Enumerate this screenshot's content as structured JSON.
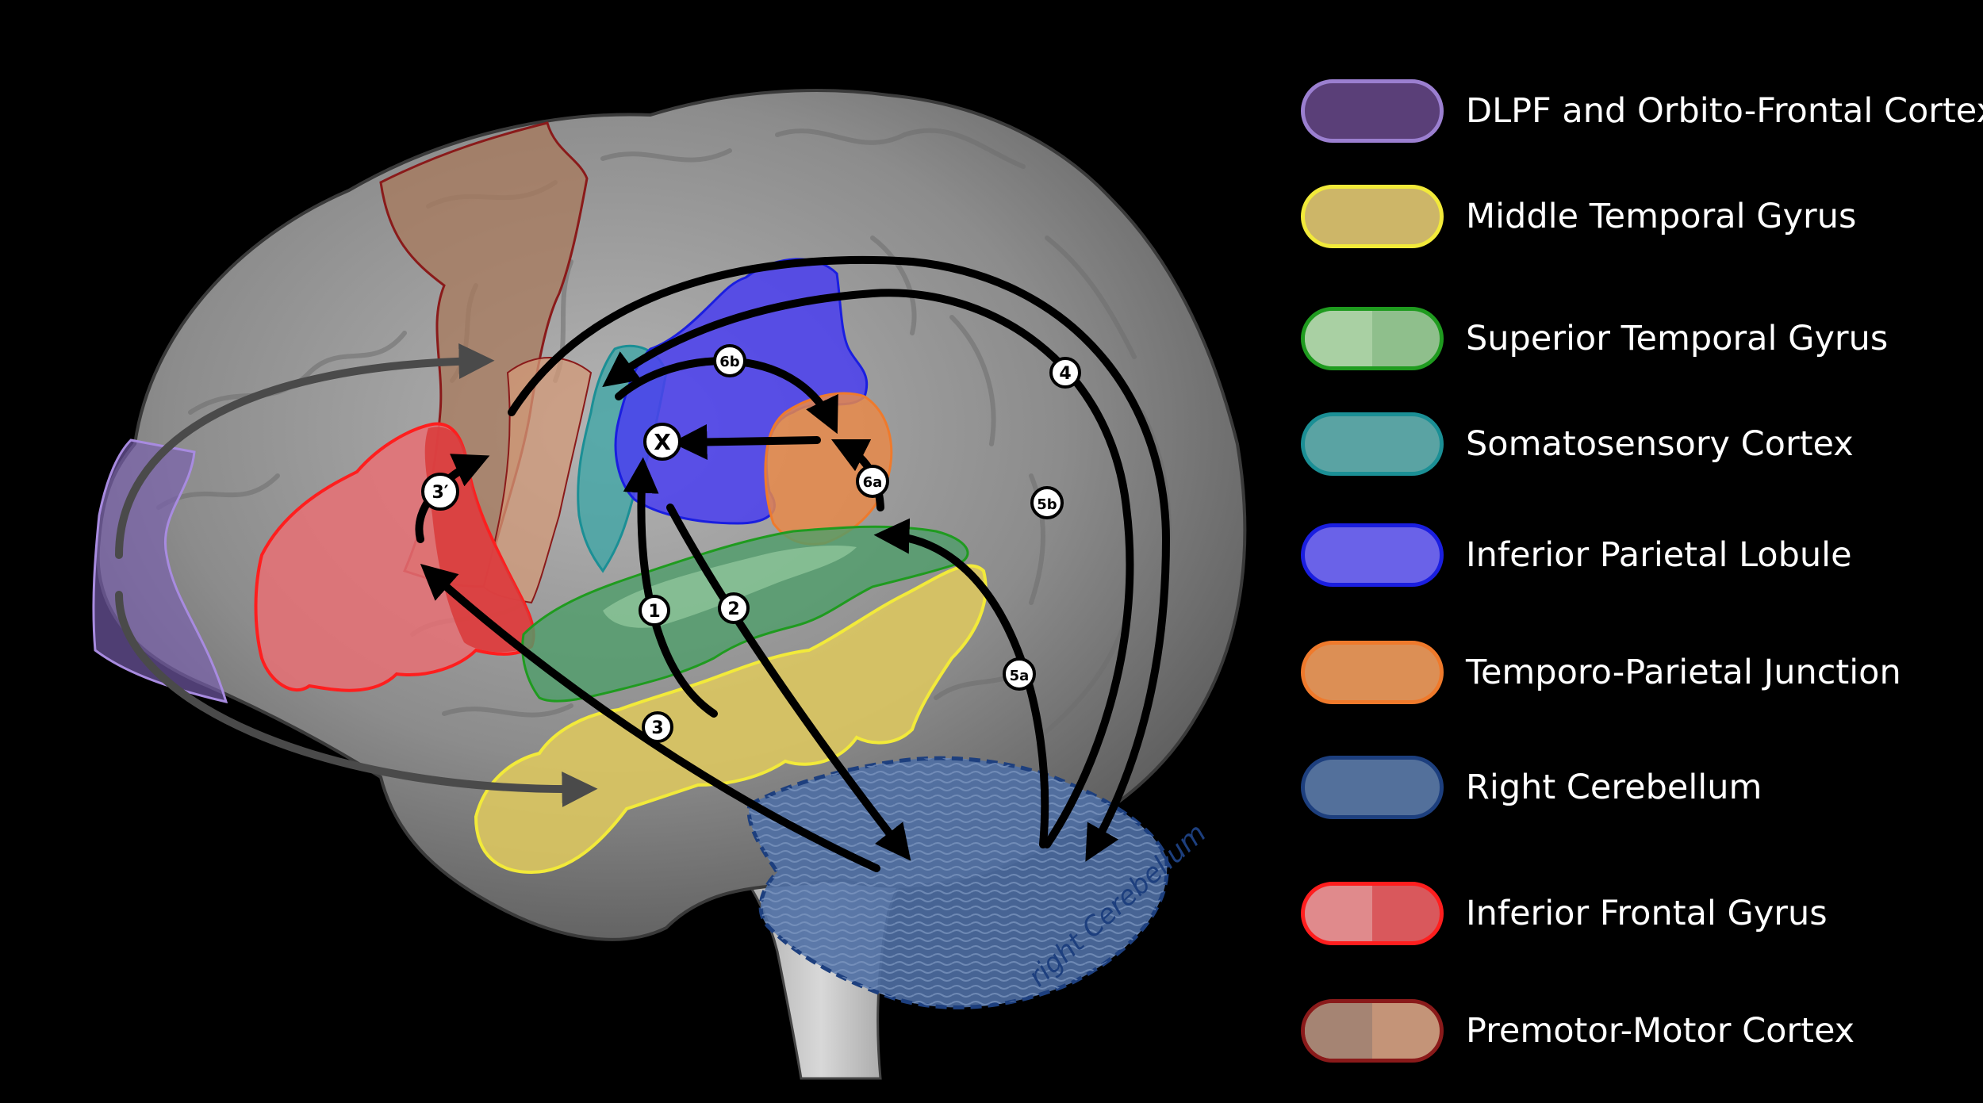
{
  "diagram": {
    "region_overlay_label": "right Cerebellum",
    "markers": {
      "m1": "1",
      "m2": "2",
      "m3": "3",
      "m3p": "3′",
      "m4": "4",
      "m5a": "5a",
      "m5b": "5b",
      "m6a": "6a",
      "m6b": "6b",
      "mx": "X"
    }
  },
  "legend": {
    "items": [
      {
        "label": "DLPF and Orbito-Frontal Cortex",
        "fill": "#5a3f78",
        "border": "#9b7fd0",
        "split": null
      },
      {
        "label": "Middle Temporal Gyrus",
        "fill": "#cdb668",
        "border": "#f2ea3a",
        "split": null
      },
      {
        "label": "Superior Temporal Gyrus",
        "fill": "#8fbf8c",
        "border": "#1f9b1f",
        "split": "#a9d0a3"
      },
      {
        "label": "Somatosensory Cortex",
        "fill": "#5aa3a3",
        "border": "#1b8f95",
        "split": null
      },
      {
        "label": "Inferior Parietal Lobule",
        "fill": "#6a62e8",
        "border": "#1a1ee0",
        "split": null
      },
      {
        "label": "Temporo-Parietal Junction",
        "fill": "#dc8f55",
        "border": "#ef7a2c",
        "split": null
      },
      {
        "label": "Right Cerebellum",
        "fill": "#53709b",
        "border": "#1d3f7e",
        "split": null
      },
      {
        "label": "Inferior Frontal Gyrus",
        "fill": "#d9585c",
        "border": "#ff1e1e",
        "split": "#e08a8c"
      },
      {
        "label": "Premotor-Motor Cortex",
        "fill": "#c49478",
        "border": "#8a1a1a",
        "split": "#a58473"
      }
    ]
  }
}
